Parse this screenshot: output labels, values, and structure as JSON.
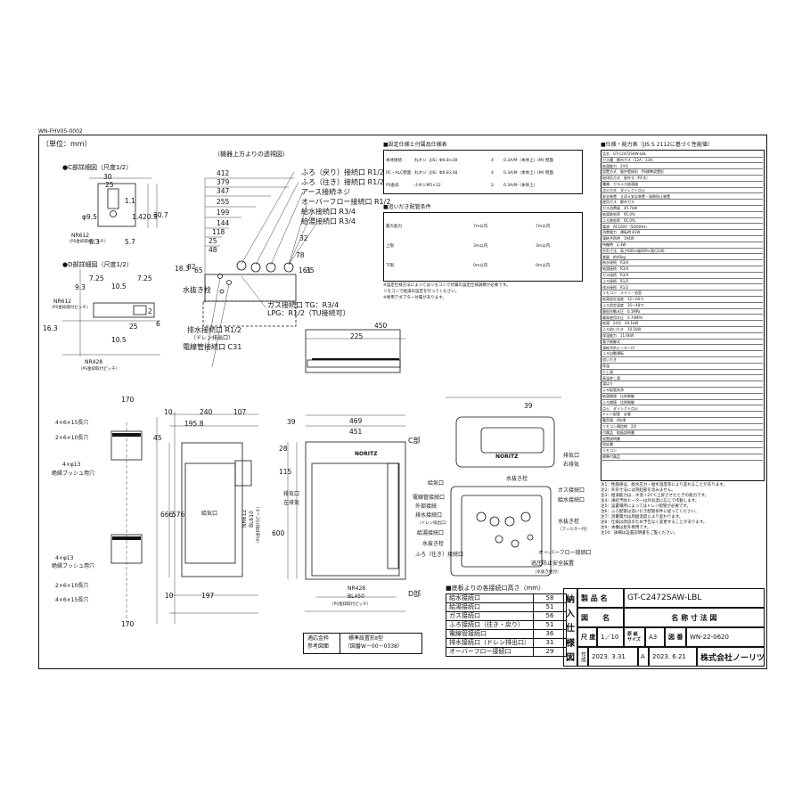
{
  "doc_id": "WN-FHV05-0002",
  "unit_label": "（単位：mm）",
  "views": {
    "c_detail_title": "●C部詳細図（尺度1/2）",
    "d_detail_title": "●D部詳細図（尺度1/2）",
    "top_view_title": "（機器上方よりの透視図）",
    "hole_pitch_c": "NR612",
    "hole_pitch_c_sub": "(PS金枠取付ピッチ)",
    "hole_pitch_d": "NR612",
    "hole_pitch_d_sub": "(PS金枠取付ピッチ)",
    "nr428": "NR428",
    "nr428_sub": "（PS金枠取付ピッチ）",
    "c_part": "C部",
    "d_part": "D部"
  },
  "c_dims": [
    "30",
    "25",
    "φ9.5",
    "1.1",
    "20.5",
    "30.7",
    "1.4",
    "5.7",
    "6.3"
  ],
  "d_dims": [
    "7.25",
    "10.5",
    "7.25",
    "9.3",
    "16.3",
    "25",
    "6",
    "10.5",
    "2",
    "NR428"
  ],
  "top_dims": [
    "412",
    "379",
    "347",
    "255",
    "199",
    "144",
    "118",
    "25",
    "48",
    "82",
    "65",
    "18.3",
    "32",
    "78",
    "35",
    "161"
  ],
  "top_callouts": [
    "ふろ（戻り）接続口 R1/2",
    "ふろ（往き）接続口 R1/2",
    "アース接続ネジ",
    "オーバーフロー接続口 R1/2",
    "給水接続口 R3/4",
    "給湯接続口 R3/4",
    "ガス接続口 TG：R3/4",
    "LPG：R1/2（TU接続可）",
    "水抜き栓",
    "排水接続口 R1/2",
    "（ドレン排出口）",
    "電線管接続口 C31"
  ],
  "front_dims": [
    "170",
    "45",
    "10",
    "240",
    "107",
    "195.8",
    "666",
    "576",
    "170",
    "10",
    "197",
    "469",
    "451",
    "39",
    "28",
    "115",
    "600",
    "225",
    "450",
    "39"
  ],
  "front_labels": [
    "4×6×15長穴",
    "2×6×10長穴",
    "4×φ13",
    "絶縁ブッシュ用穴",
    "4×φ13",
    "絶縁ブッシュ用穴",
    "2×6×10長穴",
    "4×6×15長穴",
    "給気口",
    "排気口",
    "左排気",
    "NR612",
    "BL610",
    "（PS金枠取付ピッチ）",
    "NR428",
    "BL450",
    "（PS金枠取付ピッチ）"
  ],
  "bottom_labels": [
    "給気口",
    "電線管接続口",
    "外部接続",
    "排水接続口",
    "（ドレン排出口）",
    "給湯接続口",
    "水抜き栓",
    "ふろ（往き）接続口",
    "水抜き栓",
    "ガス接続口",
    "給水接続口",
    "水抜き栓",
    "（フィルター付）",
    "オーバーフロー接続口",
    "逃圧防止安全装置",
    "（水抜き栓付）",
    "排気口",
    "右排気"
  ],
  "brand_mark": "NORITZ",
  "height_table": {
    "title": "■底板よりの各接続口高さ（mm）",
    "rows": [
      {
        "name": "給水接続口",
        "value": "58"
      },
      {
        "name": "給湯接続口",
        "value": "51"
      },
      {
        "name": "ガス接続口",
        "value": "56"
      },
      {
        "name": "ふろ接続口（往き・戻り）",
        "value": "51"
      },
      {
        "name": "電線管接続口",
        "value": "36"
      },
      {
        "name": "排水接続口（ドレン排出口）",
        "value": "31"
      },
      {
        "name": "オーバーフロー接続口",
        "value": "29"
      }
    ]
  },
  "adapt": {
    "label1": "適応金枠",
    "label2": "参考図面",
    "value1": "標準設置形Ⅱ型",
    "value2": "（図番W－00－0338）"
  },
  "title_block": {
    "vertical": [
      "納",
      "入",
      "仕",
      "様",
      "図"
    ],
    "product_label": "製 品 名",
    "product_value": "GT-C2472SAW-LBL",
    "drawing_label": "図　　名",
    "drawing_value": "名 称 寸 法 図",
    "scale_label": "尺 度",
    "scale_value": "1／10",
    "paper_label": "原 紙 サイズ",
    "paper_value": "A3",
    "number_label": "図 番",
    "number_value": "WN-22-0620",
    "made_label": "作成",
    "made_date": "2023. 3.31",
    "rev_mark": "A",
    "rev_date": "2023. 6.21",
    "company": "株式会社ノーリツ"
  },
  "mid_tables": {
    "t1_title": "■設定仕様と付属品仕様表",
    "t1_rows": [
      [
        "本体接続",
        "丸ネジ（JIS）Φ6.8×38",
        "4",
        "0.3A/M（本体上）(M) 壁面"
      ],
      [
        "RC・ALC壁面",
        "丸ネジ（JIS）Φ6.8×38",
        "4",
        "0.3A/M（本体上）(M) 壁面"
      ],
      [
        "PS金枠",
        "小ネジM5×12",
        "2",
        "0.3A/M（本体上）"
      ]
    ],
    "t2_title": "■追いだき配管条件",
    "t2_rows": [
      [
        "最大能力",
        "7m以内",
        "7m以内"
      ],
      [
        "上限",
        "3m以内",
        "3m以内"
      ],
      [
        "下限",
        "0m以内",
        "0m以内"
      ]
    ],
    "notes": [
      "※設定仕様方法によってはリモコンで付属の設定仕様調節が必要です。",
      "リモコンで給湯の設定を行ってください。",
      "※専用アダプター付属があります。"
    ]
  },
  "spec": {
    "title": "■仕様・能力表（JIS S 2112に基づく性能値）",
    "rows": [
      "品名　GT-C2472SAW-LBL",
      "ガス種　都市ガス（12A・13A）",
      "給湯能力　24号",
      "設置方式　屋外壁掛形　PS標準設置形",
      "給排気方式　屋外式（RF式）",
      "種類　ガスふろ給湯器",
      "点火方式　ダイレクト点火",
      "安全装置　立消え安全装置・過熱防止装置",
      "使用ガス　都市ガス",
      "ガス消費量　45.7kW",
      "給湯熱効率　95.0%",
      "ふろ熱効率　91.0%",
      "電源　AC100V（50/60Hz）",
      "消費電力　運転時 81W",
      "凍結予防時　194W",
      "待機時　2.3W",
      "外形寸法　高さ600×幅469×奥行240",
      "質量　約40kg",
      "給水接続　R3/4",
      "給湯接続　R3/4",
      "ガス接続　R3/4",
      "ふろ接続　R1/2",
      "排水接続　R1/2",
      "リモコン　メイン・浴室",
      "給湯設定温度　32〜60℃",
      "ふろ設定温度　35〜48℃",
      "最低作動水圧　0.1MPa",
      "最高使用水圧　0.74MPa",
      "給湯　24号　44.1kW",
      "ふろ追いだき　10.5kW",
      "保温能力　11.6kW",
      "電子制御式",
      "凍結予防ヒーター付",
      "ふろ自動運転",
      "追いだき",
      "保温",
      "たし湯",
      "高温差し湯",
      "湯はり",
      "ふろ配管洗浄",
      "給湯燃焼　比例制御",
      "ふろ燃焼　比例制御",
      "点火　ダイレクト点火",
      "ドレン配管　必要",
      "騒音値　46dB",
      "リモコン通信線　2芯",
      "付属品　取扱説明書",
      "設置説明書",
      "保証書",
      "リモコン",
      "標準付属品"
    ],
    "footnotes": [
      "注1：性能値は、給水圧力・給水温度等により変わることがあります。",
      "注2：外形寸法には突起部を含みません。",
      "注3：給湯能力は、水温＋25℃上昇させたときの能力です。",
      "注4：凍結予防ヒーターは外気温に応じて作動します。",
      "注5：設置場所によってはドレン配管が必要です。",
      "注6：ふろ配管は追いだき配管条件に従ってください。",
      "注7：消費電力は周囲温度により変わります。",
      "注8：仕様は改良のため予告なく変更することがあります。",
      "注9：本機は屋外専用です。",
      "注10：詳細は設置説明書をご覧ください。"
    ]
  }
}
